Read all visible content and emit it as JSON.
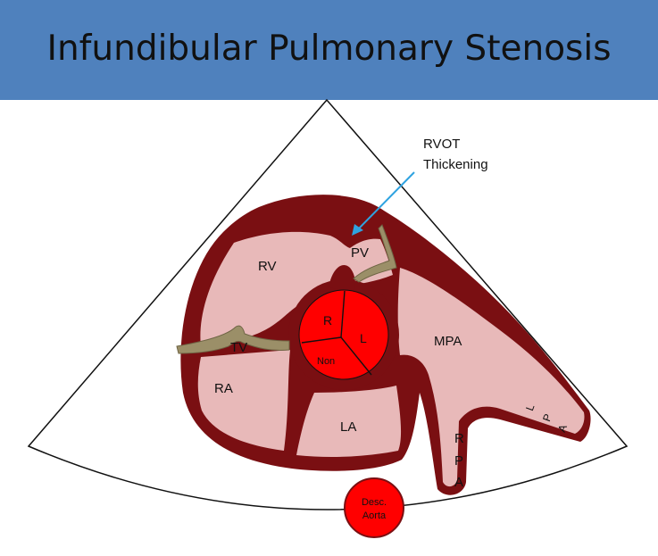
{
  "title": "Infundibular Pulmonary Stenosis",
  "annotation": {
    "line1": "RVOT",
    "line2": "Thickening",
    "arrow_color": "#2fa3e0"
  },
  "labels": {
    "rv": "RV",
    "pv": "PV",
    "tv": "TV",
    "ra": "RA",
    "la": "LA",
    "mpa": "MPA",
    "rpa_r": "R",
    "rpa_p": "P",
    "rpa_a": "A",
    "lpa_l": "L",
    "lpa_p": "P",
    "lpa_a": "A",
    "aortic_r": "R",
    "aortic_l": "L",
    "aortic_non": "Non",
    "desc_aorta_1": "Desc.",
    "desc_aorta_2": "Aorta"
  },
  "colors": {
    "header": "#4f81bd",
    "wall": "#7a0f12",
    "chamber": "#e8b9b9",
    "valve": "#9b8f68",
    "aorta": "#ff0000"
  }
}
